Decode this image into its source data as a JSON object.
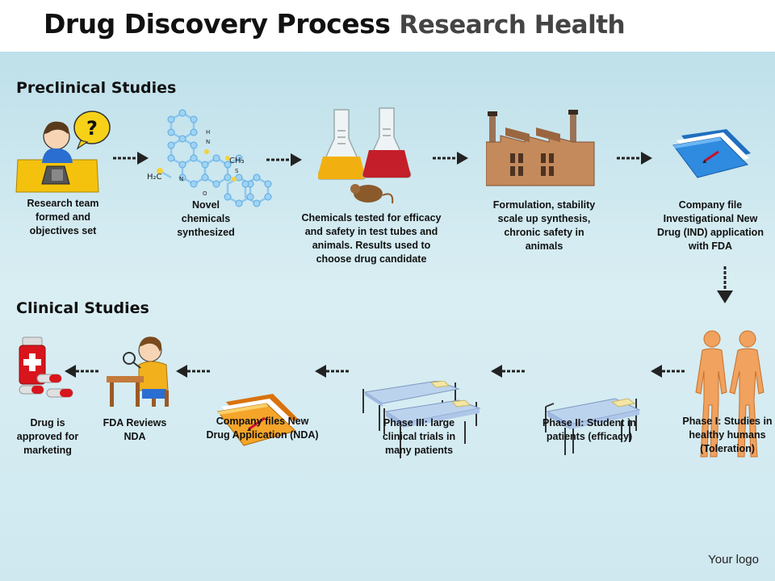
{
  "header": {
    "title": "Drug Discovery Process",
    "subtitle": "Research Health"
  },
  "sections": {
    "preclinical": "Preclinical Studies",
    "clinical": "Clinical Studies"
  },
  "preclinical_steps": [
    {
      "label": "Research team formed and objectives set",
      "icon": "researcher-icon"
    },
    {
      "label": "Novel chemicals synthesized",
      "icon": "molecule-icon"
    },
    {
      "label": "Chemicals tested for efficacy and safety in test tubes and animals. Results used to choose drug candidate",
      "icon": "flasks-icon"
    },
    {
      "label": "Formulation, stability scale up synthesis, chronic safety in animals",
      "icon": "factory-icon"
    },
    {
      "label": "Company file Investigational New Drug (IND) application with FDA",
      "icon": "blue-folder-icon"
    }
  ],
  "clinical_steps": [
    {
      "label": "Phase I: Studies in healthy humans (Toleration)",
      "icon": "humans-icon"
    },
    {
      "label": "Phase II: Student in patients (efficacy)",
      "icon": "bed-icon"
    },
    {
      "label": "Phase III: large clinical trials in many patients",
      "icon": "beds-icon"
    },
    {
      "label": "Company files New Drug Application (NDA)",
      "icon": "orange-folder-icon"
    },
    {
      "label": "FDA Reviews NDA",
      "icon": "reviewer-icon"
    },
    {
      "label": "Drug is approved for marketing",
      "icon": "medicine-icon"
    }
  ],
  "molecule_labels": {
    "h2c": "H₂C",
    "ch3": "CH₃",
    "n1": "N",
    "h": "H",
    "n2": "N",
    "s": "S",
    "o": "O"
  },
  "logo": "Your logo",
  "colors": {
    "background": "#cfe8f0",
    "arrow": "#222222"
  }
}
